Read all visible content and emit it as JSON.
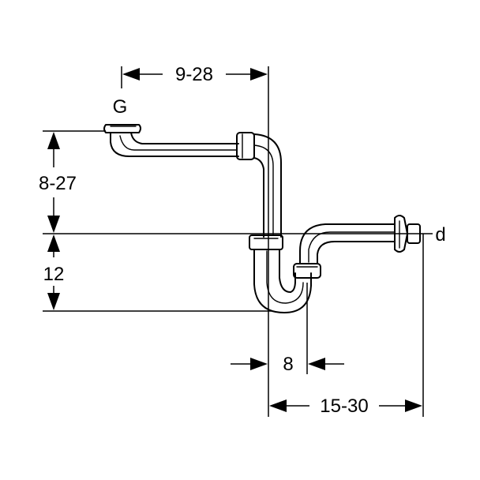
{
  "labels": {
    "inlet": "G",
    "outlet": "d",
    "horizontal_offset": "9-28",
    "vertical_offset": "8-27",
    "seal_height": "12",
    "trap_width": "8",
    "outlet_reach": "15-30"
  }
}
